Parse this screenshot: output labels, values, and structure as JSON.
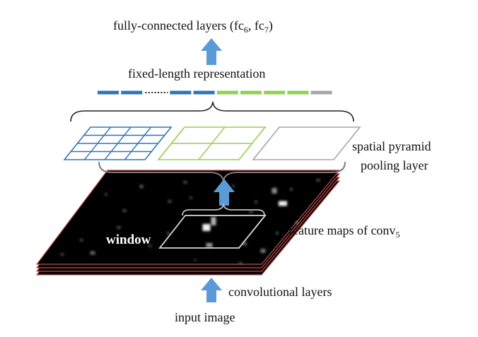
{
  "labels": {
    "fc_prefix": "fully-connected layers (fc",
    "fc_sub1": "6",
    "fc_mid": ", fc",
    "fc_sub2": "7",
    "fc_suffix": ")",
    "fixed_length": "fixed-length representation",
    "spp_line1": "spatial pyramid",
    "spp_line2": "pooling layer",
    "window": "window",
    "feature_prefix": "feature maps of conv",
    "feature_sub": "5",
    "conv_layers": "convolutional layers",
    "input_image": "input image"
  },
  "colors": {
    "blue": "#2e75b6",
    "green": "#92d050",
    "gray": "#a6a6a6",
    "arrow": "#5b9bd5",
    "map_edge": "#c0504d",
    "brace": "#7f7f7f"
  },
  "pyramid": {
    "grids": [
      {
        "name": "grid-4x4",
        "rows": 4,
        "cols": 4,
        "color": "blue"
      },
      {
        "name": "grid-2x2",
        "rows": 2,
        "cols": 2,
        "color": "green"
      },
      {
        "name": "grid-1x1",
        "rows": 1,
        "cols": 1,
        "color": "gray"
      }
    ]
  },
  "representation": {
    "segments": [
      "blue",
      "blue",
      "dots",
      "blue",
      "blue",
      "green",
      "green",
      "green",
      "green",
      "gray"
    ]
  }
}
